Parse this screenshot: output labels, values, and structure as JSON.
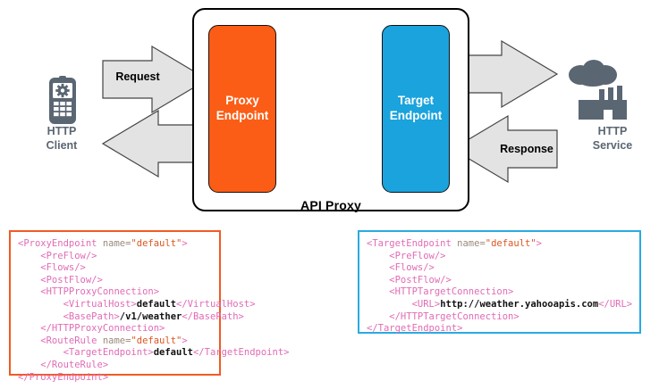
{
  "diagram": {
    "container_label": "API Proxy",
    "nodes": [
      {
        "id": "http-client",
        "label": "HTTP\nClient",
        "icon": "mobile-phone-gear-icon",
        "color": "#5a6672"
      },
      {
        "id": "proxy-endpoint",
        "label": "Proxy\nEndpoint",
        "color": "#fb5d16"
      },
      {
        "id": "target-endpoint",
        "label": "Target\nEndpoint",
        "color": "#1aa3dc"
      },
      {
        "id": "http-service",
        "label": "HTTP\nService",
        "icon": "cloud-factory-icon",
        "color": "#5a6672"
      }
    ],
    "flows": [
      {
        "id": "request",
        "label": "Request",
        "direction": "right"
      },
      {
        "id": "response",
        "label": "Response",
        "direction": "left"
      }
    ],
    "colors": {
      "proxy": "#fb5d16",
      "target": "#1aa3dc",
      "arrow_fill": "#e3e3e3",
      "arrow_stroke": "#444444",
      "node_label": "#5a6672",
      "container_border": "#000000"
    }
  },
  "code_panels": [
    {
      "id": "proxy-endpoint-xml",
      "border_color": "#f15a24",
      "lines": [
        [
          {
            "t": "tg",
            "v": "<ProxyEndpoint "
          },
          {
            "t": "at",
            "v": "name="
          },
          {
            "t": "av",
            "v": "\"default\""
          },
          {
            "t": "tg",
            "v": ">"
          }
        ],
        [
          {
            "t": "tg",
            "v": "    <PreFlow/>"
          }
        ],
        [
          {
            "t": "tg",
            "v": "    <Flows/>"
          }
        ],
        [
          {
            "t": "tg",
            "v": "    <PostFlow/>"
          }
        ],
        [
          {
            "t": "tg",
            "v": "    <HTTPProxyConnection>"
          }
        ],
        [
          {
            "t": "tg",
            "v": "        <VirtualHost>"
          },
          {
            "t": "tx",
            "v": "default"
          },
          {
            "t": "tg",
            "v": "</VirtualHost>"
          }
        ],
        [
          {
            "t": "tg",
            "v": "        <BasePath>"
          },
          {
            "t": "tx",
            "v": "/v1/weather"
          },
          {
            "t": "tg",
            "v": "</BasePath>"
          }
        ],
        [
          {
            "t": "tg",
            "v": "    </HTTPProxyConnection>"
          }
        ],
        [
          {
            "t": "tg",
            "v": "    <RouteRule "
          },
          {
            "t": "at",
            "v": "name="
          },
          {
            "t": "av",
            "v": "\"default\""
          },
          {
            "t": "tg",
            "v": ">"
          }
        ],
        [
          {
            "t": "tg",
            "v": "        <TargetEndpoint>"
          },
          {
            "t": "tx",
            "v": "default"
          },
          {
            "t": "tg",
            "v": "</TargetEndpoint>"
          }
        ],
        [
          {
            "t": "tg",
            "v": "    </RouteRule>"
          }
        ],
        [
          {
            "t": "tg",
            "v": "</ProxyEndpoint>"
          }
        ]
      ]
    },
    {
      "id": "target-endpoint-xml",
      "border_color": "#29abe2",
      "lines": [
        [
          {
            "t": "tg",
            "v": "<TargetEndpoint "
          },
          {
            "t": "at",
            "v": "name="
          },
          {
            "t": "av",
            "v": "\"default\""
          },
          {
            "t": "tg",
            "v": ">"
          }
        ],
        [
          {
            "t": "tg",
            "v": "    <PreFlow/>"
          }
        ],
        [
          {
            "t": "tg",
            "v": "    <Flows/>"
          }
        ],
        [
          {
            "t": "tg",
            "v": "    <PostFlow/>"
          }
        ],
        [
          {
            "t": "tg",
            "v": "    <HTTPTargetConnection>"
          }
        ],
        [
          {
            "t": "tg",
            "v": "        <URL>"
          },
          {
            "t": "tx",
            "v": "http://weather.yahooapis.com"
          },
          {
            "t": "tg",
            "v": "</URL>"
          }
        ],
        [
          {
            "t": "tg",
            "v": "    </HTTPTargetConnection>"
          }
        ],
        [
          {
            "t": "tg",
            "v": "</TargetEndpoint>"
          }
        ]
      ]
    }
  ]
}
